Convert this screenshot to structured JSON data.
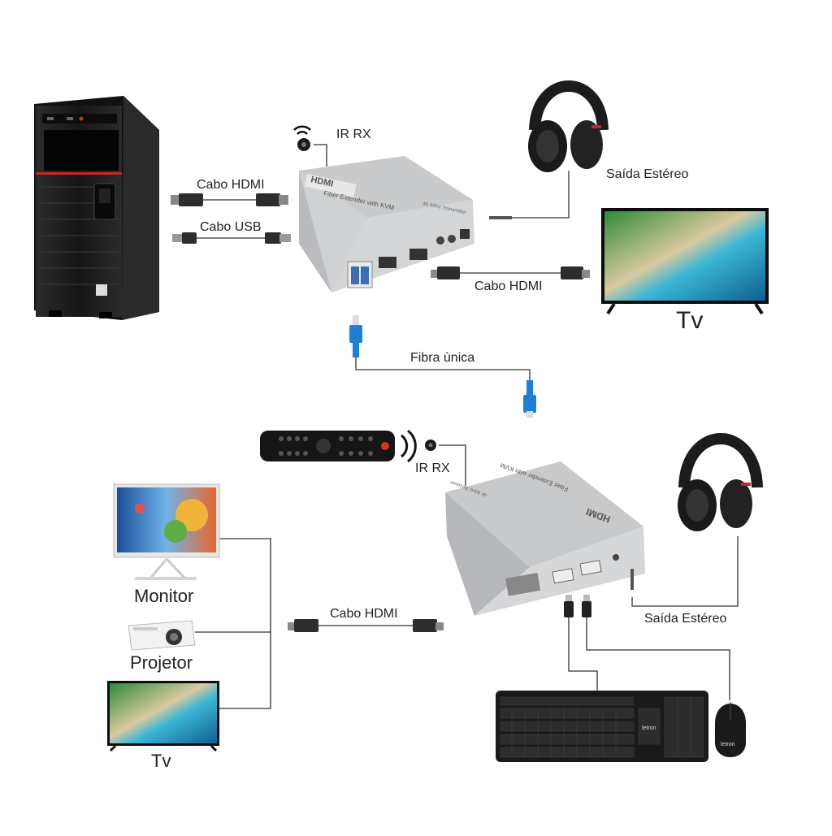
{
  "labels": {
    "ir_rx_top": "IR RX",
    "ir_rx_bottom": "IR RX",
    "hdmi_cable_pc": "Cabo HDMI",
    "usb_cable_pc": "Cabo USB",
    "audio_top": "Saída Estéreo",
    "hdmi_cable_tv": "Cabo HDMI",
    "tv_top": "Tv",
    "fiber": "Fibra ùnica",
    "hdmi_cable_rx": "Cabo HDMI",
    "monitor": "Monitor",
    "projector": "Projetor",
    "tv_bottom": "Tv",
    "audio_bottom": "Saída Estéreo"
  },
  "devices": {
    "transmitter": {
      "brand": "HDMI",
      "model": "Fiber Extender with KVM",
      "sub": "4K 60Hz Transmitter"
    },
    "receiver": {
      "brand": "HDMI",
      "model": "Fiber Extender with KVM",
      "sub": "4K 60Hz Receiver"
    },
    "keyboard_brand": "letron",
    "mouse_brand": "letron"
  },
  "colors": {
    "line": "#333333",
    "box_face": "#cfd1d3",
    "box_top": "#c4c6c8",
    "box_side": "#a9abae",
    "fiber_blue": "#1e7fd6",
    "case_dark": "#1c1c1c",
    "accent_red": "#d42b1e"
  }
}
